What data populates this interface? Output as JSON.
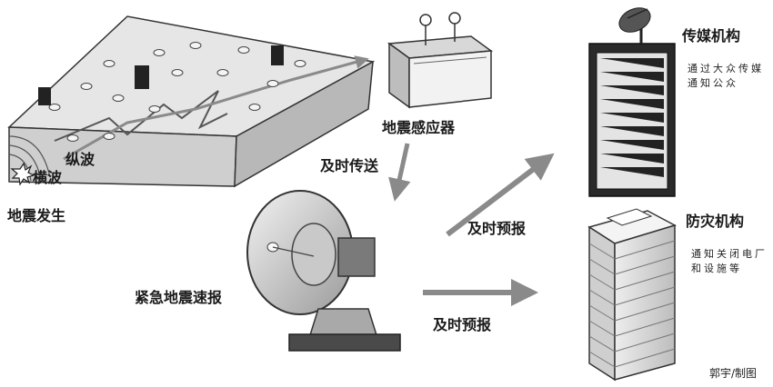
{
  "labels": {
    "earthquake_occurs": "地震发生",
    "longitudinal_wave": "纵波",
    "transverse_wave": "横波",
    "seismic_sensor": "地震感应器",
    "timely_transmit": "及时传送",
    "emergency_bulletin": "紧急地震速报",
    "timely_forecast_upper": "及时预报",
    "timely_forecast_lower": "及时预报",
    "media_org": "传媒机构",
    "media_desc": "通过大众传媒通知公众",
    "disaster_org": "防灾机构",
    "disaster_desc": "通知关闭电厂和设施等",
    "credit": "郭宇/制图"
  },
  "colors": {
    "arrow": "#8a8a8a",
    "ink": "#1a1a1a",
    "ground_top": "#e6e6e6",
    "ground_side": "#cfcfcf"
  }
}
